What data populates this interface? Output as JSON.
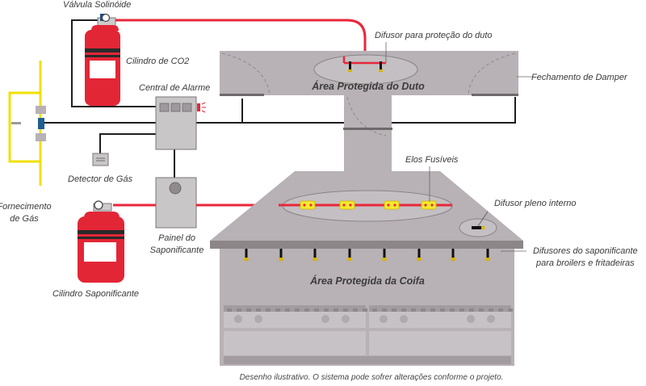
{
  "labels": {
    "valve": "Válvula Solinóide",
    "co2_cylinder": "Cilindro de CO2",
    "duct_diffuser": "Difusor para proteção do duto",
    "damper": "Fechamento de Damper",
    "alarm_central": "Central de Alarme",
    "duct_area": "Área Protegida do Duto",
    "gas_supply_line1": "Fornecimento",
    "gas_supply_line2": "de Gás",
    "gas_detector": "Detector de Gás",
    "fusible_links": "Elos Fusíveis",
    "plenum_diffuser": "Difusor pleno interno",
    "saponifier_panel_line1": "Painel do",
    "saponifier_panel_line2": "Saponificante",
    "hood_diffusers_line1": "Difusores do saponificante",
    "hood_diffusers_line2": "para broilers e fritadeiras",
    "hood_area": "Área Protegida da Coifa",
    "saponifier_cylinder": "Cilindro Saponificante",
    "caption": "Desenho ilustrativo. O sistema pode sofrer alterações conforme o projeto."
  },
  "colors": {
    "equipment_gray": "#b8b1b5",
    "panel_gray": "#c9c6c7",
    "pipe_red": "#e8273b",
    "cylinder_red": "#e32636",
    "gas_yellow": "#f1e000",
    "wire": "#1a1a1a",
    "link_yellow": "#f5e92e"
  },
  "icons": [
    "alarm-led-icon",
    "valve-icon",
    "nozzle-icon",
    "fusible-link-icon",
    "gas-detector-icon"
  ]
}
